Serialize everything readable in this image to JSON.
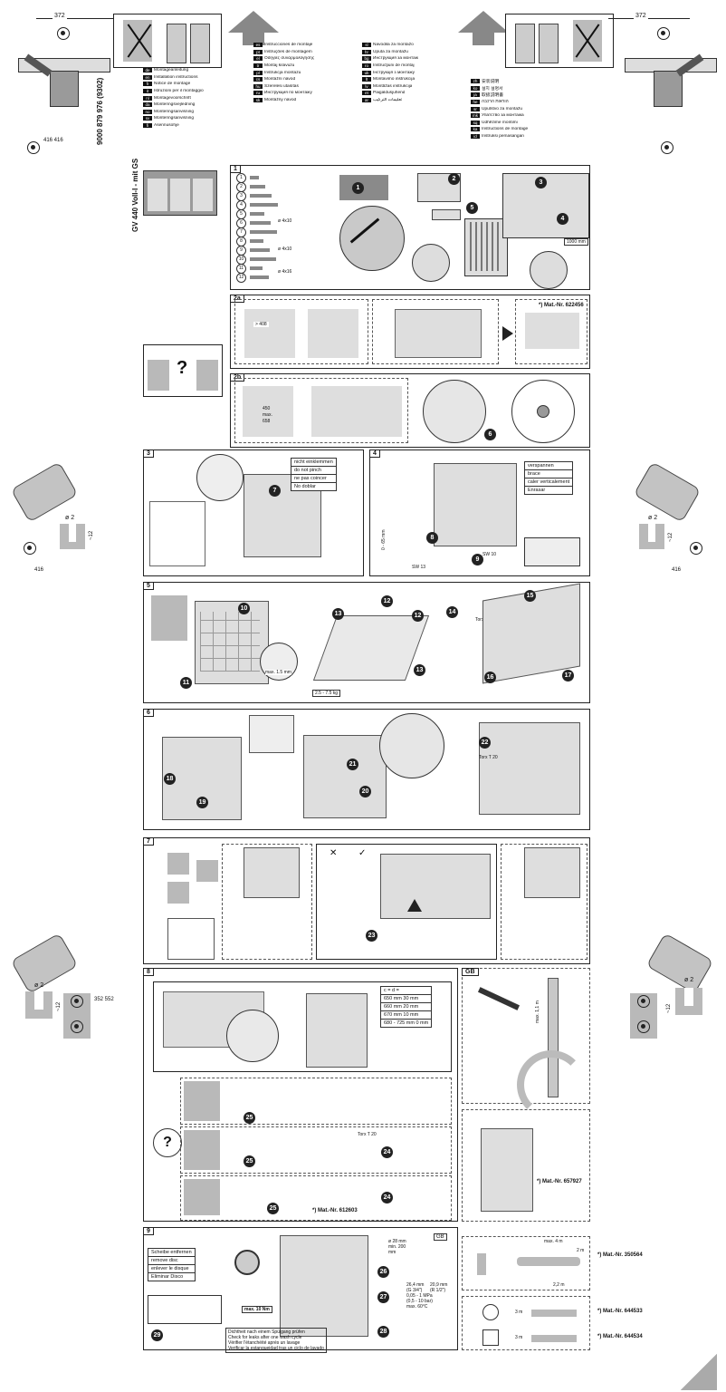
{
  "header": {
    "dimension_left": "372",
    "dimension_right": "372",
    "product_code": "9000 879 976 (9302)",
    "model": "GV 440 Voll-I - mit GS",
    "side_dim_left": "416 416",
    "side_dim_mid_left": "416",
    "side_dim_mid_right": "416",
    "side_dim_lower_left": "352 552"
  },
  "languages": {
    "col1": [
      {
        "code": "de",
        "text": "Montageanleitung"
      },
      {
        "code": "en",
        "text": "Installation instructions"
      },
      {
        "code": "fr",
        "text": "Notice de montage"
      },
      {
        "code": "it",
        "text": "Istruzioni per il montaggio"
      },
      {
        "code": "nl",
        "text": "Montagevoorschrift"
      },
      {
        "code": "da",
        "text": "Monteringsvejledning"
      },
      {
        "code": "no",
        "text": "Monteringsanvisning"
      },
      {
        "code": "sv",
        "text": "Monteringsanvisning"
      },
      {
        "code": "fi",
        "text": "Asennusohje"
      }
    ],
    "col2": [
      {
        "code": "es",
        "text": "Instrucciones de montaje"
      },
      {
        "code": "pt",
        "text": "Instruções de montagem"
      },
      {
        "code": "el",
        "text": "Οδηγίες συναρμολόγησης"
      },
      {
        "code": "tr",
        "text": "Montaj kılavuzu"
      },
      {
        "code": "pl",
        "text": "Instrukcja montażu"
      },
      {
        "code": "cs",
        "text": "Montážní návod"
      },
      {
        "code": "hu",
        "text": "Szerelési utasítás"
      },
      {
        "code": "ru",
        "text": "Инструкция по монтажу"
      },
      {
        "code": "sk",
        "text": "Montážny návod"
      }
    ],
    "col3": [
      {
        "code": "sl",
        "text": "Navodila za montažo"
      },
      {
        "code": "hr",
        "text": "Uputa za montažu"
      },
      {
        "code": "bg",
        "text": "Инструкция за монтаж"
      },
      {
        "code": "ro",
        "text": "Instrucţiuni de montaj"
      },
      {
        "code": "uk",
        "text": "Інструкція з монтажу"
      },
      {
        "code": "lt",
        "text": "Montavimo instrukcija"
      },
      {
        "code": "lv",
        "text": "Montāžas instrukcija"
      },
      {
        "code": "et",
        "text": "Paigaldusjuhend"
      },
      {
        "code": "ar",
        "text": "تعليمات التركيب"
      }
    ],
    "col4": [
      {
        "code": "zh",
        "text": "安装说明"
      },
      {
        "code": "ko",
        "text": "설치 설명서"
      },
      {
        "code": "ja",
        "text": "取扱説明書"
      },
      {
        "code": "he",
        "text": "הוראות הרכבה"
      },
      {
        "code": "sr",
        "text": "Uputstvo za montažu"
      },
      {
        "code": "mk",
        "text": "Упатство за монтажа"
      },
      {
        "code": "sq",
        "text": "Udhëzime montimi"
      },
      {
        "code": "ka",
        "text": "Instructions de montage"
      },
      {
        "code": "id",
        "text": "Instruksi pemasangan"
      }
    ]
  },
  "sections": {
    "s1": "1",
    "s2a": "2a",
    "s2b": "2b",
    "s3": "3",
    "s4": "4",
    "s5": "5",
    "s6": "6",
    "s7": "7",
    "s8": "8",
    "s9": "9",
    "gb": "GB"
  },
  "section1": {
    "parts": [
      "1",
      "2",
      "3",
      "4",
      "5",
      "6",
      "7",
      "8",
      "9",
      "10",
      "11",
      "12"
    ],
    "screw_labels": [
      "ø 4x10",
      "ø 4x10",
      "ø 4x16"
    ],
    "dim_label": "1000 mm"
  },
  "section2a": {
    "dim": "> 408",
    "matnr": "*) Mat.-Nr. 622456"
  },
  "section2b": {
    "dims": [
      "450",
      "max.",
      "658"
    ]
  },
  "section3": {
    "warning": [
      "nicht einklemmen",
      "do not pinch",
      "ne pas coincer",
      "No doblar"
    ]
  },
  "section4": {
    "warning": [
      "verspannen",
      "brace",
      "caler verticalement",
      "Enrasar"
    ],
    "sw_labels": [
      "SW 13",
      "SW 10"
    ],
    "range": "0 - 65 mm"
  },
  "section5": {
    "weight": "2.5 - 7.5 kg",
    "dim_max": "max. 1.5 mm",
    "torx": "Torx T 20"
  },
  "section6": {
    "torx": "Torx T 20"
  },
  "section8": {
    "formula": "c = d =",
    "rows": [
      "650 mm   30 mm",
      "660 mm   20 mm",
      "670 mm   10 mm",
      "680 - 725 mm   0 mm"
    ],
    "torx": "Torx T 20",
    "matnr": "*) Mat.-Nr. 612603"
  },
  "gb": {
    "max": "max. 1,1 m",
    "matnr": "*) Mat.-Nr. 657927"
  },
  "section9": {
    "disc": [
      "Scheibe entfernen",
      "remove disc",
      "enlever le disque",
      "Eliminar Disco"
    ],
    "max": "max. 10 Nm",
    "check": [
      "Dichtheit nach einem Spülgang prüfen",
      "Check for leaks after one wash cycle",
      "Vérifier l'étanchéité après un lavage",
      "Verificar la estanqueidad tras un ciclo de lavado"
    ],
    "drain": [
      "ø 28 mm",
      "min. 200",
      "mm"
    ],
    "gb_tag": "GB",
    "specs": [
      "26,4 mm",
      "20,9 mm",
      "(G 3/4\")",
      "(R 1/2\")",
      "0,05 - 1 MPa",
      "(0,5 - 10 bar)",
      "max. 60°C"
    ]
  },
  "hose": {
    "len_a": "max. 4 m",
    "len_b": "2 m",
    "len_c": "2,2 m",
    "matnr_a": "*) Mat.-Nr. 350564",
    "matnr_b": "*) Mat.-Nr. 644533",
    "matnr_c": "*) Mat.-Nr. 644534",
    "len_d": "3 m",
    "len_e": "3 m"
  },
  "drill": {
    "left_dia": "ø 2",
    "left_depth": "~12",
    "right_dia": "ø 2",
    "right_depth": "~12"
  },
  "colors": {
    "line": "#222222",
    "fill_gray": "#b9b9b9",
    "fill_light": "#dedede"
  }
}
